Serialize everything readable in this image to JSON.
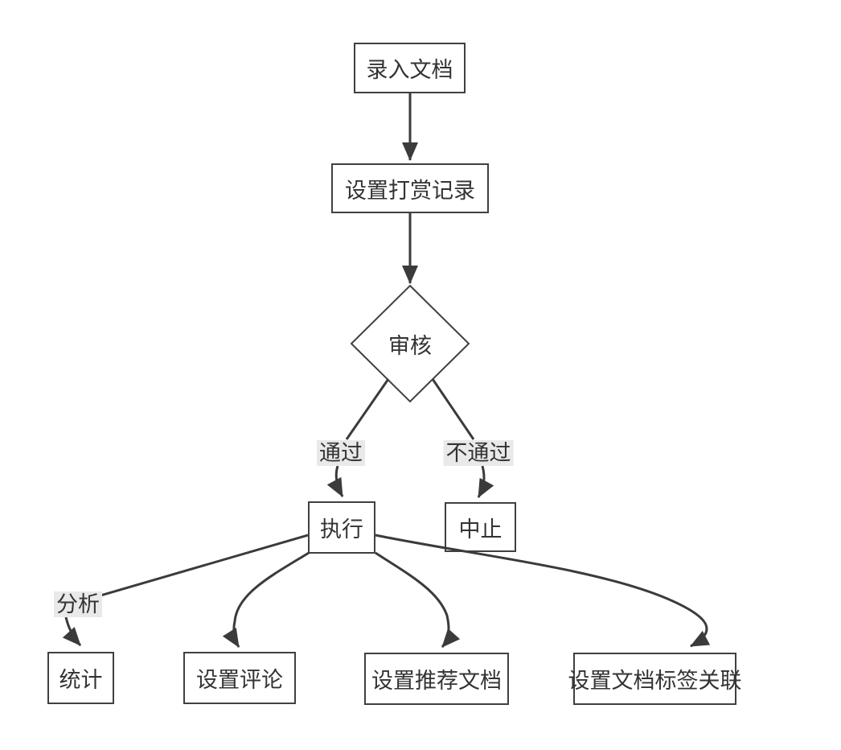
{
  "diagram": {
    "type": "flowchart",
    "background": "#ffffff",
    "colors": {
      "line": "#3b3b3b",
      "node_border": "#404040",
      "node_fill": "#ffffff",
      "text": "#333333",
      "edge_label_bg": "#e9e9e9"
    },
    "nodes": [
      {
        "id": "enter-document",
        "shape": "rect",
        "label": "录入文档"
      },
      {
        "id": "set-reward-record",
        "shape": "rect",
        "label": "设置打赏记录"
      },
      {
        "id": "review",
        "shape": "diamond",
        "label": "审核"
      },
      {
        "id": "execute",
        "shape": "rect",
        "label": "执行"
      },
      {
        "id": "abort",
        "shape": "rect",
        "label": "中止"
      },
      {
        "id": "statistics",
        "shape": "rect",
        "label": "统计"
      },
      {
        "id": "set-comments",
        "shape": "rect",
        "label": "设置评论"
      },
      {
        "id": "set-recommended-docs",
        "shape": "rect",
        "label": "设置推荐文档"
      },
      {
        "id": "set-doc-tag-relation",
        "shape": "rect",
        "label": "设置文档标签关联"
      }
    ],
    "edges": [
      {
        "from": "enter-document",
        "to": "set-reward-record",
        "label": ""
      },
      {
        "from": "set-reward-record",
        "to": "review",
        "label": ""
      },
      {
        "from": "review",
        "to": "execute",
        "label": "通过"
      },
      {
        "from": "review",
        "to": "abort",
        "label": "不通过"
      },
      {
        "from": "execute",
        "to": "statistics",
        "label": "分析"
      },
      {
        "from": "execute",
        "to": "set-comments",
        "label": ""
      },
      {
        "from": "execute",
        "to": "set-recommended-docs",
        "label": ""
      },
      {
        "from": "execute",
        "to": "set-doc-tag-relation",
        "label": ""
      }
    ]
  }
}
